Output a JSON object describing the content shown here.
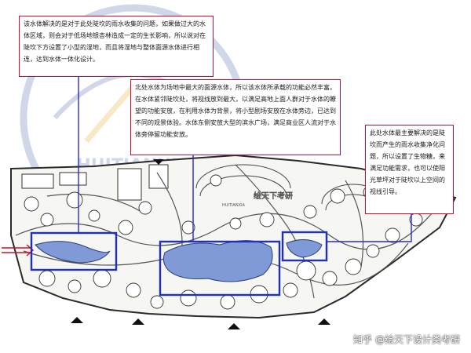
{
  "annotations": [
    "该水体解决的是对于此处陡坎的雨水收集的问题，如果做过大的水体区域，则会对于低场地银杏林造成一定的生长影响，所以说对在陡坎下方设置了小型的湿地，而且将湿地与整体面源水体进行相连，达到水体一体化设计。",
    "北处水体为场地中最大的面源水体，所以该水体所承载的功能必然丰富。在水体紧邻陡坎处，将视线放到最大，以满足高地上面人群对于水体的瞭望的功能安放，在利用水体为背景，将小型剧场安放在水体旁边，已达到不同的观景体验。水体东侧安放大型的滨水广场，满足商业区人流对于水体旁停留功能安放。",
    "此处水体最主要解决的是陡坎而产生的雨水收集净化问题，所以设置了生物糖，来满足功能需求，也可以使阳光草坪对于陡坎以上空间的视线引导。"
  ],
  "watermark": {
    "logo_text": "HUITIANXIA",
    "map_stamp_1": "绘天下考研",
    "map_stamp_2": "HUITIANXIA"
  },
  "credit": "知乎 @绘天下设计类考研",
  "colors": {
    "annotation_border": "#c8102e",
    "highlight_box": "#1f2fbf",
    "leader_line": "#2a2ac8",
    "water": "#7f9ad6",
    "entrance_arrow": "#c8102e"
  }
}
